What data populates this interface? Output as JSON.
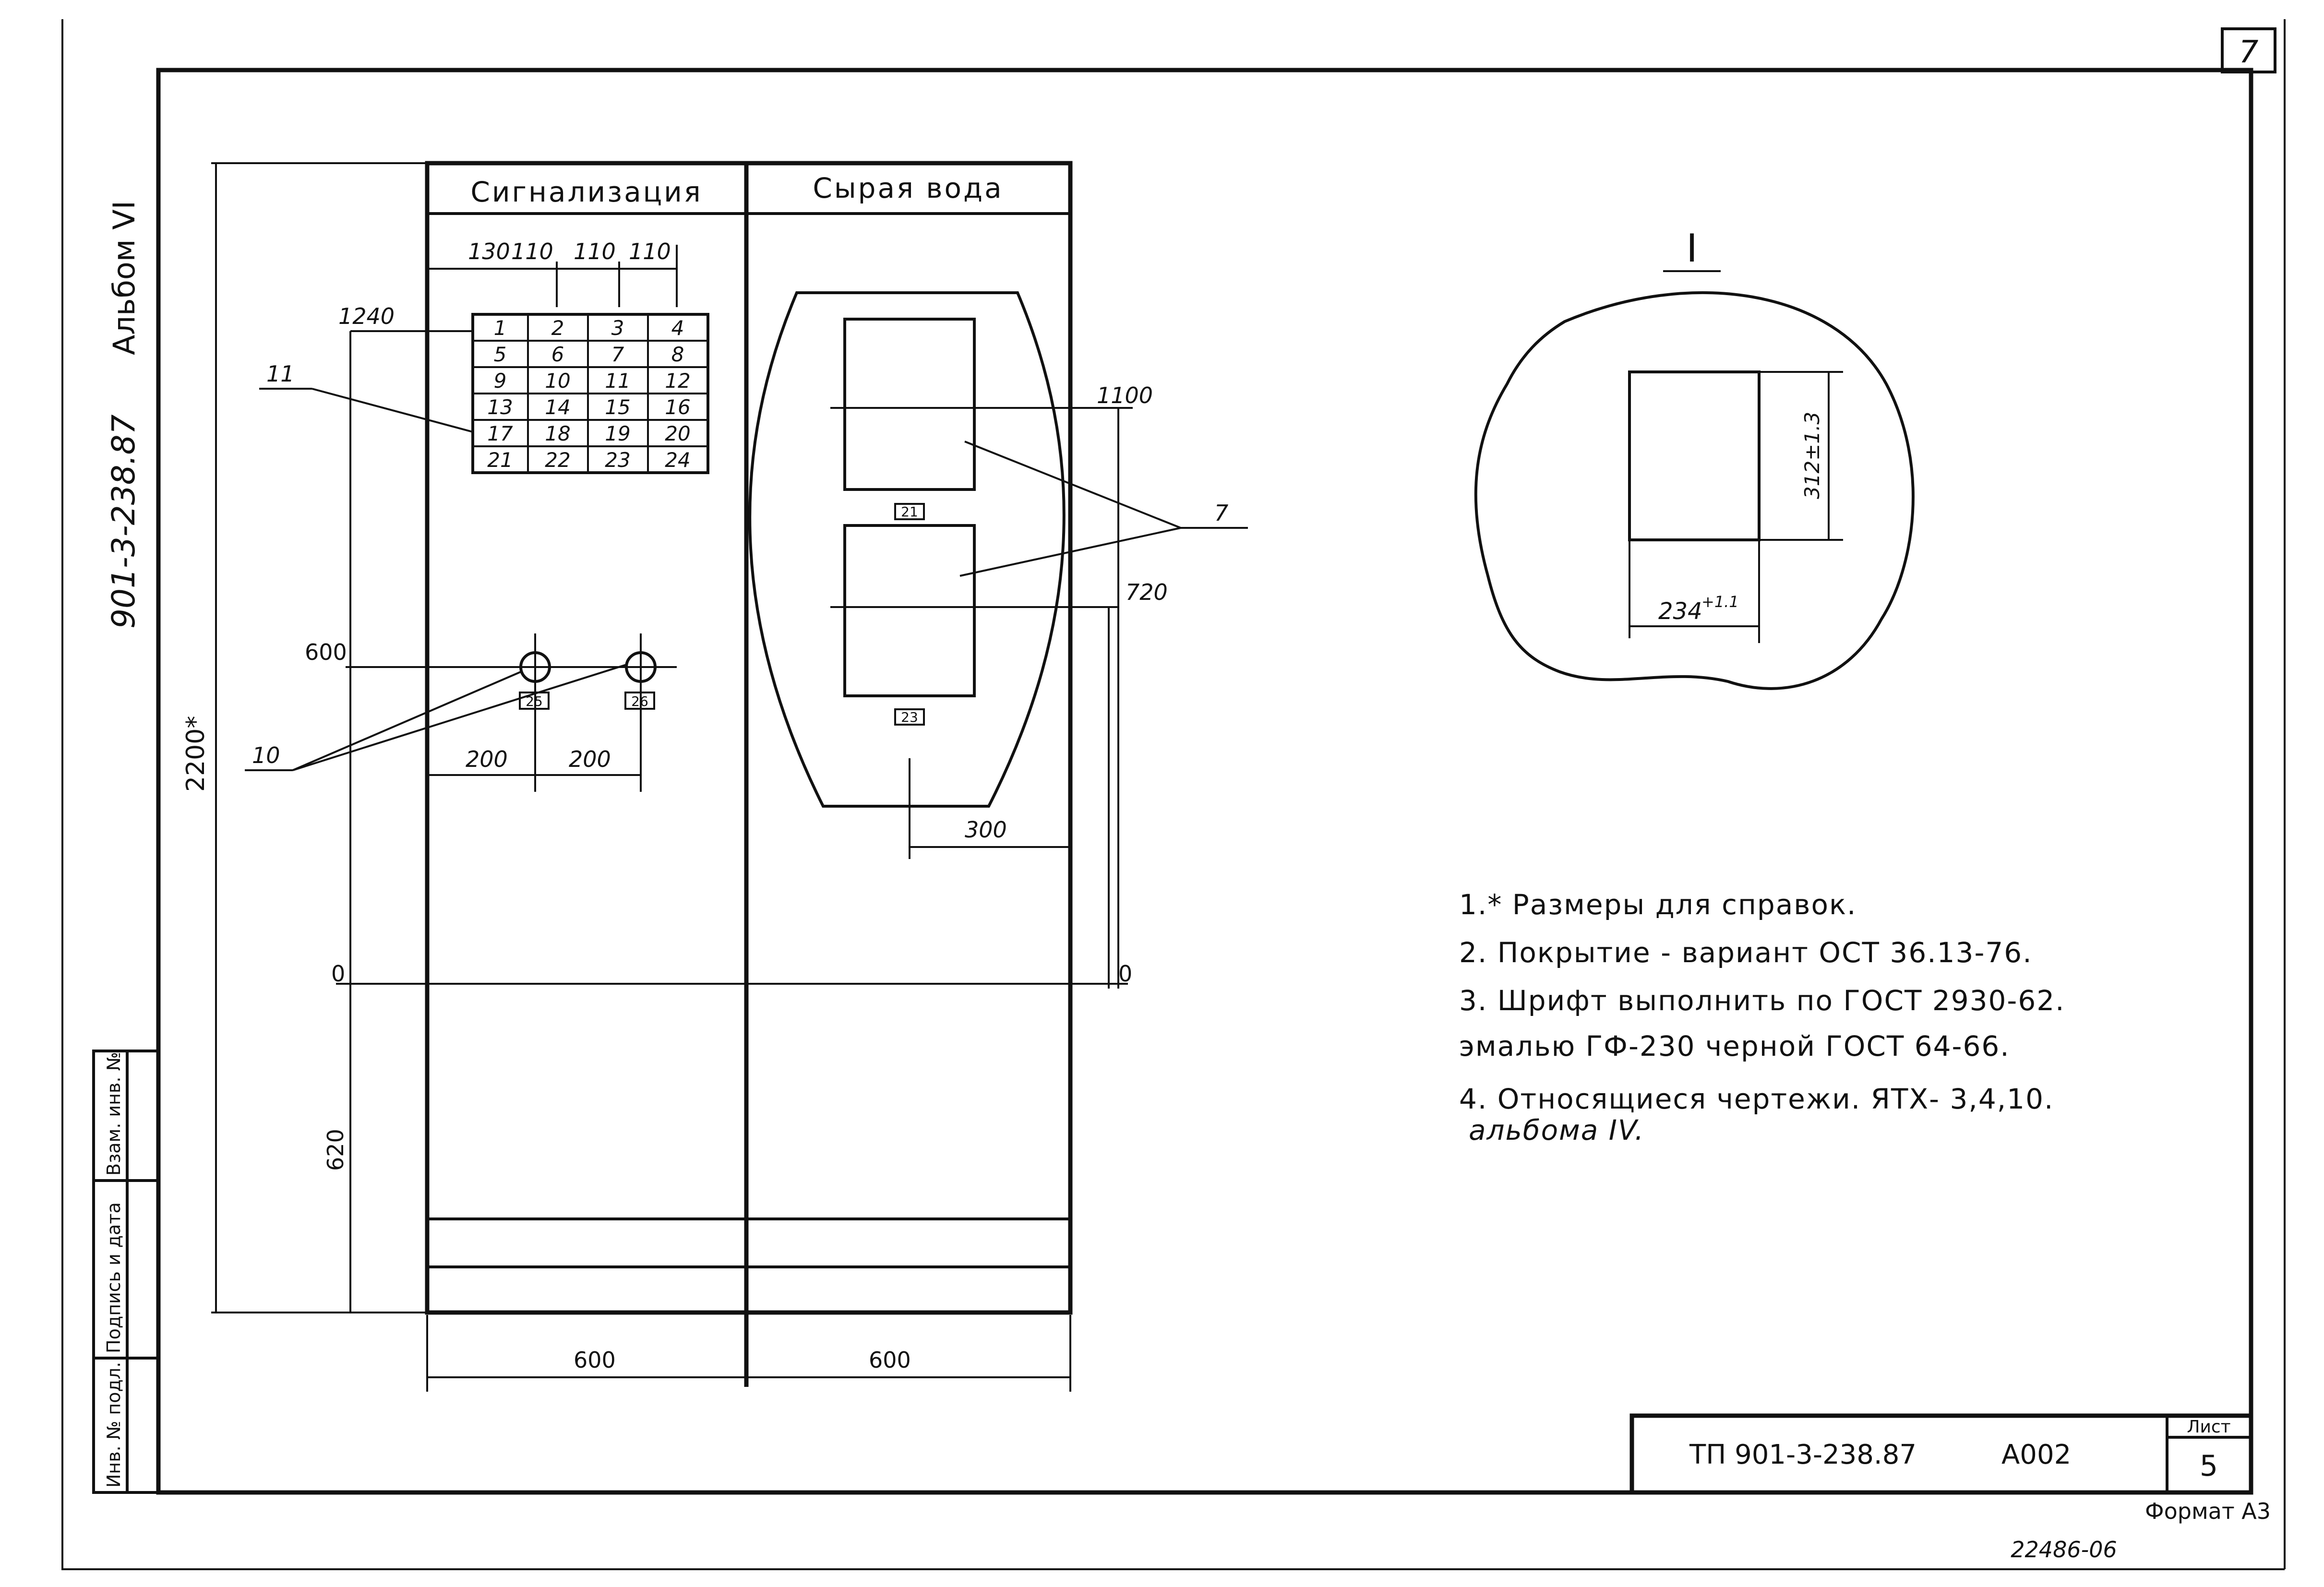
{
  "sheet_corner_number": "7",
  "side_code": "901-3-238.87",
  "side_album": "Альбом VI",
  "columns": {
    "left_title": "Сигнализация",
    "right_title": "Сырая вода"
  },
  "grid": {
    "col_widths": [
      "130",
      "110",
      "110",
      "110"
    ],
    "cells": [
      "1",
      "2",
      "3",
      "4",
      "5",
      "6",
      "7",
      "8",
      "9",
      "10",
      "11",
      "12",
      "13",
      "14",
      "15",
      "16",
      "17",
      "18",
      "19",
      "20",
      "21",
      "22",
      "23",
      "24"
    ]
  },
  "dims": {
    "total_height": "2200*",
    "h_1240": "1240",
    "h_600": "600",
    "h_620": "620",
    "h_1100": "1100",
    "h_720": "720",
    "zero_left": "0",
    "zero_right": "0",
    "w_200_a": "200",
    "w_200_b": "200",
    "w_300": "300",
    "w_600_left": "600",
    "w_600_right": "600"
  },
  "callouts": {
    "c11": "11",
    "c10": "10",
    "c7": "7"
  },
  "tags": {
    "t21": "21",
    "t25": "25",
    "t26": "26",
    "t23": "23"
  },
  "detail": {
    "label": "I",
    "dim_v": "312±1.3",
    "dim_h": "234",
    "dim_h_tol": "+1.1"
  },
  "notes": [
    "1.* Размеры для справок.",
    "2. Покрытие - вариант ОСТ 36.13-76.",
    "3. Шрифт выполнить по ГОСТ 2930-62.",
    "эмалью ГФ-230 черной ГОСТ 64-66.",
    "4. Относящиеся чертежи. ЯТХ- 3,4,10."
  ],
  "note_extra": "альбома IV.",
  "stamp_side": [
    "Инв. № подл.",
    "Подпись и дата",
    "Взам. инв. №"
  ],
  "title_block": {
    "code": "ТП 901-3-238.87",
    "doc": "А002",
    "sheet_label": "Лист",
    "sheet_no": "5"
  },
  "format": "Формат А3",
  "archive_no": "22486-06"
}
